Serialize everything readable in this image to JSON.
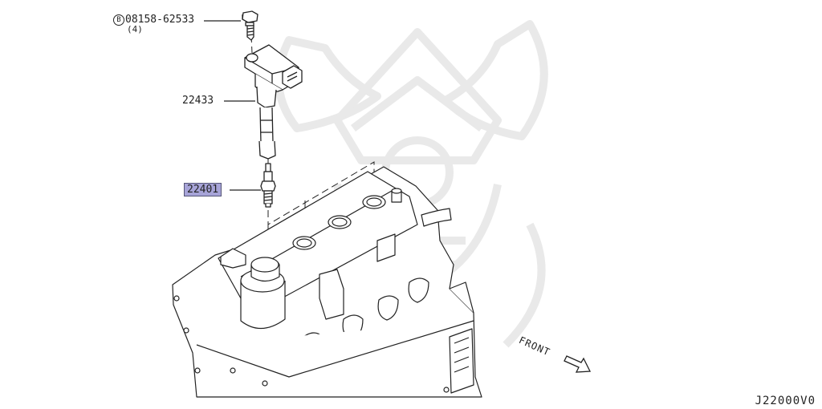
{
  "bolt": {
    "circled_mark": "B",
    "part_number": "08158-62533",
    "quantity": "(4)"
  },
  "ignition_coil": {
    "part_number": "22433"
  },
  "spark_plug": {
    "part_number": "22401",
    "highlighted": true,
    "highlight_color": "#a7a4d8"
  },
  "front_label": "FRONT",
  "diagram_id": "J22000V0",
  "colors": {
    "line": "#222222",
    "watermark": "#ececec",
    "highlight": "#a7a4d8"
  },
  "icons": {
    "direction": "front-direction-arrow-icon",
    "watermark": "samurai-helmet-watermark-icon"
  }
}
